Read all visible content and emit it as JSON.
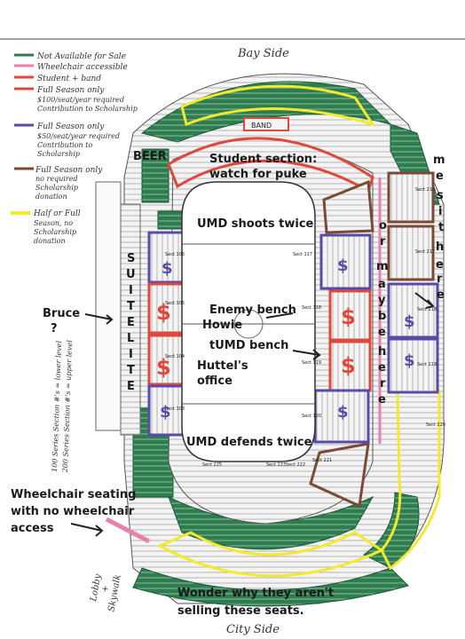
{
  "top_label": "Bay Side",
  "bottom_label": "City Side",
  "legend": [
    {
      "color": "#2e7d4f",
      "text": "Not Available for Sale"
    },
    {
      "color": "#e880b0",
      "text": "Wheelchair accessible"
    },
    {
      "color": "#e0483c",
      "text": "Student + band"
    },
    {
      "color": "#e0483c",
      "text": "Full Season only"
    },
    {
      "color": "#e0483c",
      "text": "$100/seat/year required"
    },
    {
      "color": "#e0483c",
      "text": "Contribution to Scholarship"
    },
    {
      "color": "#5a4aa8",
      "text": "Full Season only"
    },
    {
      "color": "#5a4aa8",
      "text": "$50/seat/year required"
    },
    {
      "color": "#5a4aa8",
      "text": "Contribution to"
    },
    {
      "color": "#5a4aa8",
      "text": "Scholarship"
    },
    {
      "color": "#7a4a36",
      "text": "Full Season only"
    },
    {
      "color": "#7a4a36",
      "text": "no required"
    },
    {
      "color": "#7a4a36",
      "text": "Scholarship"
    },
    {
      "color": "#7a4a36",
      "text": "donation"
    },
    {
      "color": "#f2ea2a",
      "text": "Half or Full"
    },
    {
      "color": "#f2ea2a",
      "text": "Season, no"
    },
    {
      "color": "#f2ea2a",
      "text": "Scholarship"
    },
    {
      "color": "#f2ea2a",
      "text": "donation"
    }
  ],
  "colors": {
    "green": "#2e7d4f",
    "pink": "#e880b0",
    "red": "#e0483c",
    "purple": "#5a4aa8",
    "brown": "#7a4a36",
    "yellow": "#f2ea2a"
  },
  "band_label": "BAND",
  "annotations": {
    "beer": "BEER",
    "student_1": "Student section:",
    "student_2": "watch for puke",
    "shoots": "UMD shoots twice",
    "defends": "UMD defends twice",
    "enemy": "Enemy bench",
    "howie": "Howie",
    "tumd": "tUMD bench",
    "huttel_1": "Huttel's",
    "huttel_2": "office",
    "bruce": "Bruce",
    "bruce_q": "?",
    "suite": [
      "S",
      "U",
      "I",
      "T",
      "E"
    ],
    "lite": [
      "L",
      "I",
      "T",
      "E"
    ],
    "me": [
      "m",
      "e",
      "s",
      "i",
      "t",
      "h",
      "e",
      "r",
      "e"
    ],
    "maybe": [
      "o",
      "r",
      "m",
      "a",
      "y",
      "b",
      "e",
      "h",
      "e",
      "r",
      "e"
    ],
    "wheel_1": "Wheelchair seating",
    "wheel_2": "with no wheelchair",
    "wheel_3": "access",
    "wonder_1": "Wonder why they aren't",
    "wonder_2": "selling these seats.",
    "lobby_1": "Lobby",
    "lobby_2": "+",
    "lobby_3": "Skywalk",
    "series_1": "100 Series Section #'s = lower level",
    "series_2": "200 Series Section #'s = upper level"
  },
  "sections": [
    "Sect 106",
    "Sect 105",
    "Sect 104",
    "Sect 103",
    "Sect 117",
    "Sect 118",
    "Sect 119",
    "Sect 120",
    "Sect 216",
    "Sect 217",
    "Sect 218",
    "Sect 219",
    "Sect 220",
    "Sect 223",
    "Sect 222",
    "Sect 221",
    "Sect 225"
  ],
  "dollars": [
    "$",
    "$",
    "$",
    "$",
    "$",
    "$",
    "$",
    "$",
    "$",
    "$"
  ]
}
